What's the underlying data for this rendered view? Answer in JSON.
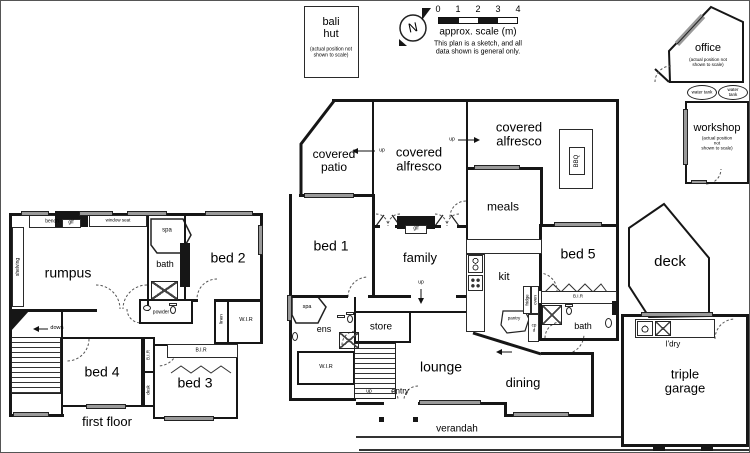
{
  "scale": {
    "north": "N",
    "ticks": [
      "0",
      "1",
      "2",
      "3",
      "4"
    ],
    "caption": "approx. scale (m)",
    "note": "This plan is a sketch, and all\ndata shown is general only."
  },
  "out": {
    "bali": "bali\nhut",
    "bali_note": "(actual position not\nshown to scale)",
    "office": "office",
    "office_note": "(actual position not\nshown to scale)",
    "tank1": "water tank",
    "tank2": "water tank",
    "workshop": "workshop",
    "workshop_note": "(actual position not\nshown to scale)"
  },
  "gf": {
    "patio": "covered\npatio",
    "alfresco1": "covered\nalfresco",
    "alfresco2": "covered\nalfresco",
    "up1": "up",
    "up2": "up",
    "up3": "up",
    "up4": "up",
    "meals": "meals",
    "bbq": "BBQ",
    "bed1": "bed 1",
    "family": "family",
    "glf": "glf",
    "kit": "kit",
    "fridge": "fridge",
    "oven": "oven",
    "cpd": "cpd",
    "pantry": "pantry",
    "bed5": "bed 5",
    "bir": "B.I.R",
    "bath": "bath",
    "deck": "deck",
    "spa": "spa",
    "ens": "ens",
    "wir": "W.I.R",
    "store": "store",
    "entry": "entry",
    "lounge": "lounge",
    "dining": "dining",
    "verandah": "verandah",
    "garage": "triple\ngarage",
    "ldry": "l'dry"
  },
  "ff": {
    "title": "first floor",
    "bench": "bench",
    "glf": "glf",
    "window_seat": "window seat",
    "shelving": "shelving",
    "rumpus": "rumpus",
    "spa": "spa",
    "bath": "bath",
    "bed2": "bed 2",
    "powder": "powder",
    "linen": "linen",
    "wir": "W.I.R",
    "down": "down",
    "bed4": "bed 4",
    "bir_side": "B.I.R",
    "desk": "desk",
    "bed3": "bed 3",
    "bir_top": "B.I.R"
  },
  "colors": {
    "wall": "#161616",
    "window_fill": "#9a9a9a",
    "door_arc": "#555555"
  }
}
